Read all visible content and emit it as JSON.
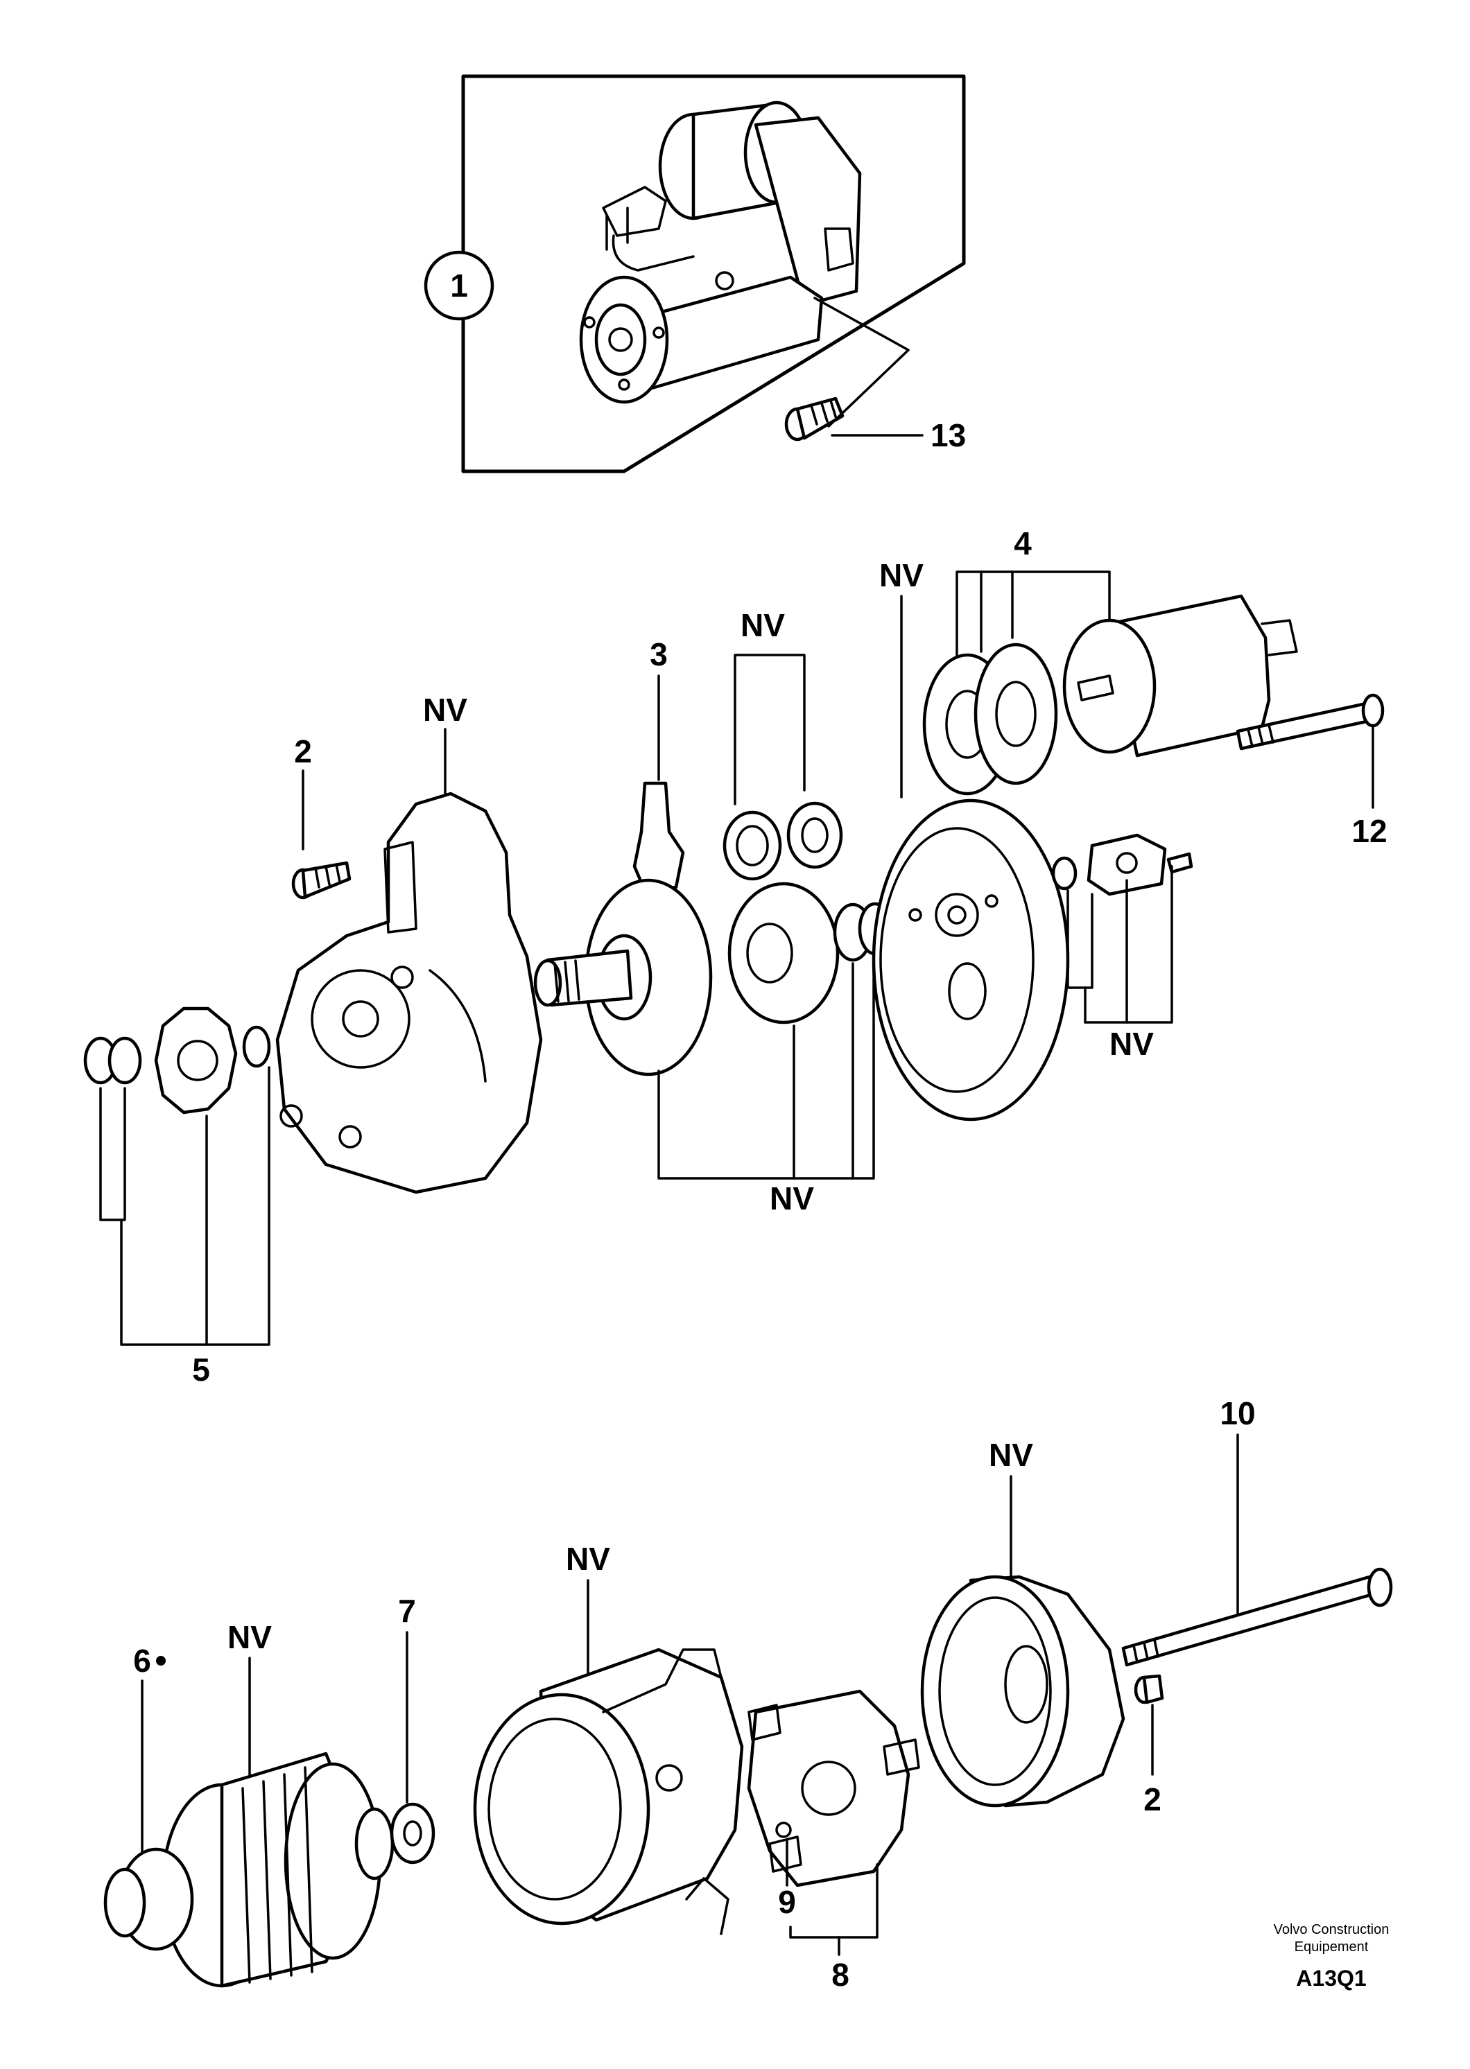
{
  "labels": {
    "l1": "1",
    "l13": "13",
    "l4": "4",
    "l3": "3",
    "nv_spring": "NV",
    "nv_frame": "NV",
    "l2_top": "2",
    "nv_housing": "NV",
    "l12": "12",
    "nv_brush": "NV",
    "nv_center": "NV",
    "l5": "5",
    "l10": "10",
    "nv_endcap": "NV",
    "nv_yoke": "NV",
    "l7": "7",
    "l6": "6",
    "nv_armature": "NV",
    "l2_bottom": "2",
    "l9": "9",
    "l8": "8"
  },
  "footer": {
    "brand_line1": "Volvo Construction",
    "brand_line2": "Equipement",
    "code": "A13Q1"
  }
}
